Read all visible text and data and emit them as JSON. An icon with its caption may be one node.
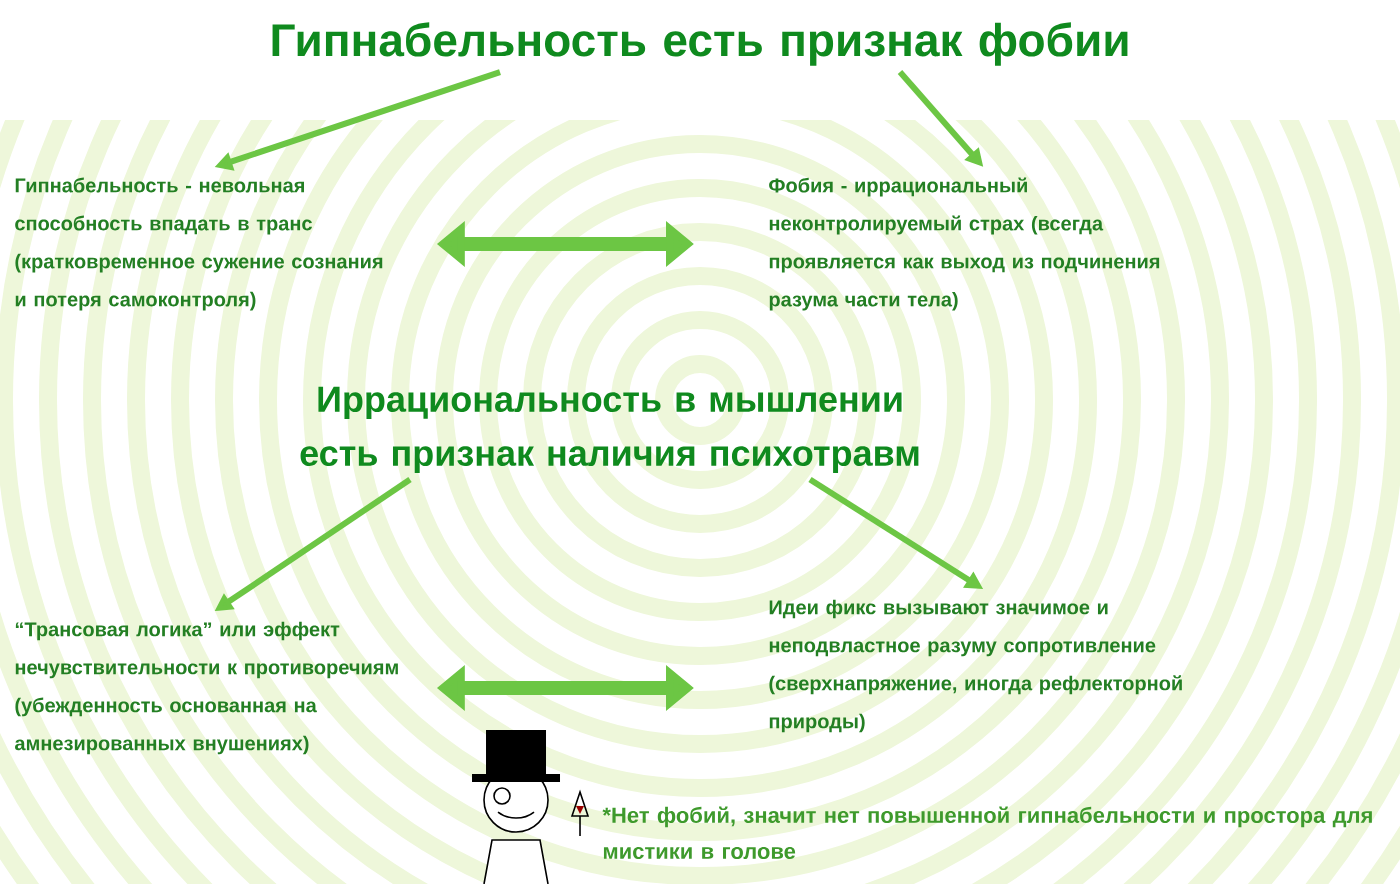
{
  "diagram": {
    "nodes": [
      {
        "text": [
          "Гипнабельность есть признак фобии"
        ]
      },
      {
        "text": [
          "Гипнабельность - невольная способность впадать в транс (кратковременное сужение сознания и потеря самоконтроля)"
        ]
      },
      {
        "text": [
          "Фобия - иррациональный неконтролируемый страх (всегда проявляется как выход из подчинения разума части тела)"
        ]
      },
      {
        "text": [
          "Иррациональность в мышлении есть признак наличия психотравм"
        ]
      },
      {
        "text": [
          "“Трансовая логика” или эффект нечувствительности к противоречиям (убежденность основанная на амнезированных внушениях)"
        ]
      },
      {
        "text": [
          "Идеи фикс вызывают значимое и неподвластное разуму сопротивление (сверхнапряжение, иногда рефлекторной природы)"
        ]
      }
    ],
    "edges": [
      {
        "from": 0,
        "to": 1,
        "arrow": "to"
      },
      {
        "from": 0,
        "to": 2,
        "arrow": "to"
      },
      {
        "from": 1,
        "to": 2,
        "arrow": "both",
        "style": "thick"
      },
      {
        "from": 3,
        "to": 4,
        "arrow": "to"
      },
      {
        "from": 3,
        "to": 5,
        "arrow": "to"
      },
      {
        "from": 4,
        "to": 5,
        "arrow": "both",
        "style": "thick"
      }
    ],
    "labels": [
      "*Нет фобий, значит нет повышенной гипнабельности и простора для мистики в голове"
    ]
  }
}
